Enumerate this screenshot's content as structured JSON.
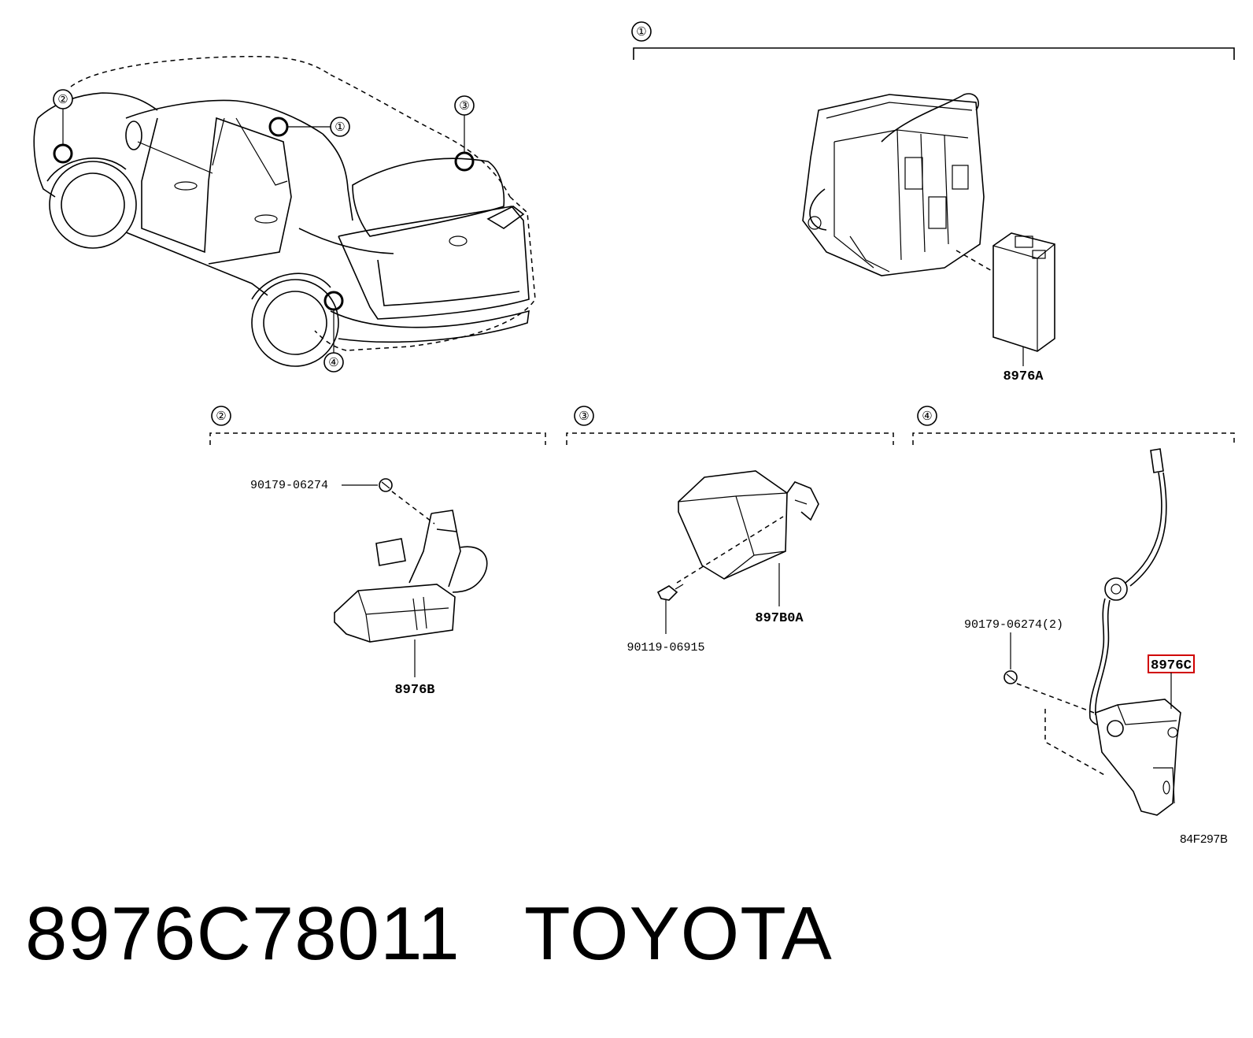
{
  "callouts": [
    "①",
    "②",
    "③",
    "④"
  ],
  "parts": {
    "p8976A": "8976A",
    "p8976B": "8976B",
    "p897B0A": "897B0A",
    "p8976C": "8976C"
  },
  "bolts": {
    "b_section2": "90179-06274",
    "b_section3": "90119-06915",
    "b_section4": "90179-06274(2)"
  },
  "reference_code": "84F297B",
  "caption": {
    "part_number": "8976C78011",
    "brand": "TOYOTA"
  },
  "colors": {
    "highlight": "#d00000",
    "ink": "#000000"
  }
}
